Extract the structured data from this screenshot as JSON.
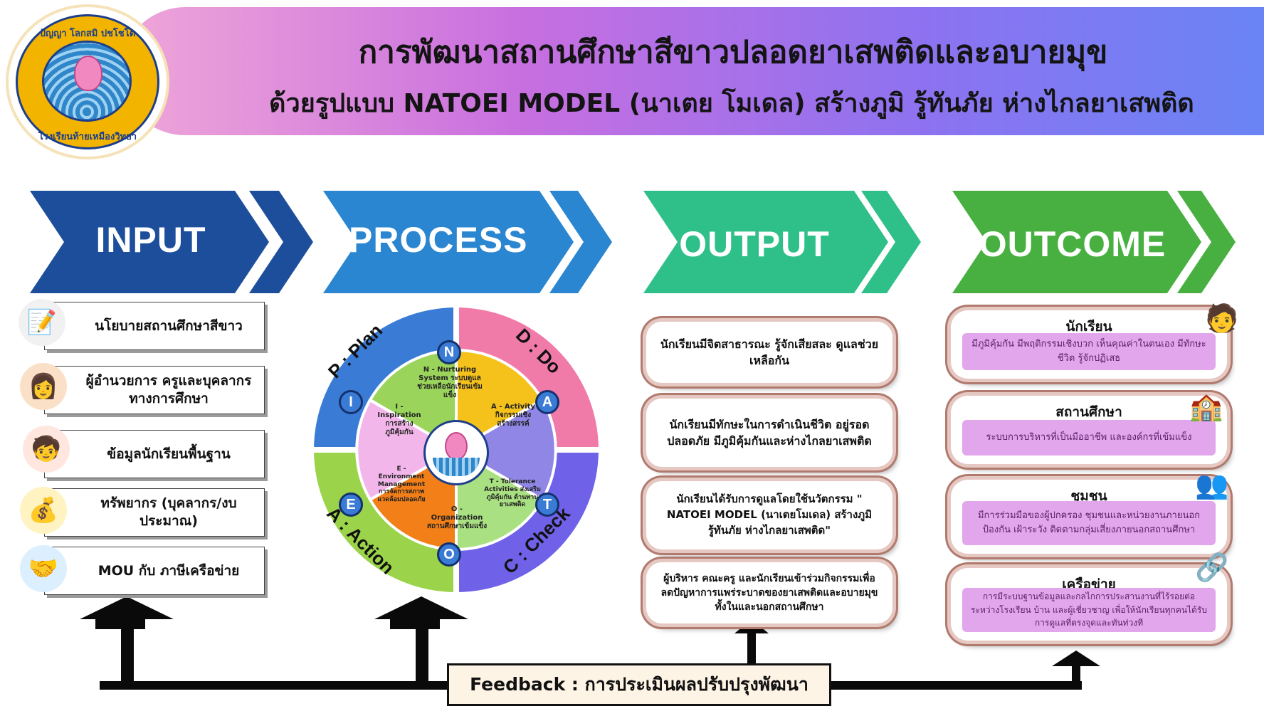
{
  "header": {
    "title": "การพัฒนาสถานศึกษาสีขาวปลอดยาเสพติดและอบายมุข",
    "subtitle": "ด้วยรูปแบบ NATOEI MODEL (นาเตย โมเดล) สร้างภูมิ รู้ทันภัย ห่างไกลยาเสพติด",
    "logo": {
      "text_top": "ปัญญา โลกสมิ ปชโชโต",
      "text_bottom": "โรงเรียนท้ายเหมืองวิทยา"
    },
    "gradient": [
      "#f0a6d8",
      "#c86fe0",
      "#8d72f0",
      "#6a84f5"
    ]
  },
  "stages": [
    {
      "label": "INPUT",
      "color": "#1d4e9c"
    },
    {
      "label": "PROCESS",
      "color": "#2a86d0"
    },
    {
      "label": "OUTPUT",
      "color": "#2fc08a"
    },
    {
      "label": "OUTCOME",
      "color": "#48b040"
    }
  ],
  "inputs": [
    {
      "label": "นโยบายสถานศึกษาสีขาว",
      "icon": "policy-document-icon"
    },
    {
      "label": "ผู้อำนวยการ ครูและบุคลากร ทางการศึกษา",
      "icon": "teacher-icon"
    },
    {
      "label": "ข้อมูลนักเรียนพื้นฐาน",
      "icon": "student-icon"
    },
    {
      "label": "ทรัพยากร (บุคลากร/งบประมาณ)",
      "icon": "coins-icon"
    },
    {
      "label": "MOU กับ ภาษีเครือข่าย",
      "icon": "mou-icon"
    }
  ],
  "process": {
    "phases": [
      {
        "label": "P : Plan",
        "color": "#3a7bd5"
      },
      {
        "label": "D : Do",
        "color": "#f07aa8"
      },
      {
        "label": "C : Check",
        "color": "#6f62e8"
      },
      {
        "label": "A : Action",
        "color": "#9bd44a"
      }
    ],
    "segments": [
      {
        "letter": "N",
        "text": "N - Nurturing System ระบบดูแลช่วยเหลือนักเรียนเข้มแข็ง",
        "color": "#f5c21b"
      },
      {
        "letter": "A",
        "text": "A - Activity กิจกรรมเชิงสร้างสรรค์",
        "color": "#8f86e6"
      },
      {
        "letter": "T",
        "text": "T - Tolerance Activities ส่งเสริมภูมิคุ้มกัน ต้านทานยาเสพติด",
        "color": "#a9e082"
      },
      {
        "letter": "O",
        "text": "O - Organization สถานศึกษาเข้มแข็ง",
        "color": "#f27f18"
      },
      {
        "letter": "E",
        "text": "E - Environment Management การจัดการสภาพแวดล้อมปลอดภัย",
        "color": "#f3b6ea"
      },
      {
        "letter": "I",
        "text": "I - Inspiration การสร้างภูมิคุ้มกัน",
        "color": "#9ad45a"
      }
    ]
  },
  "outputs": [
    "นักเรียนมีจิตสาธารณะ รู้จักเสียสละ ดูแลช่วยเหลือกัน",
    "นักเรียนมีทักษะในการดำเนินชีวิต อยู่รอด ปลอดภัย มีภูมิคุ้มกันและห่างไกลยาเสพติด",
    "นักเรียนได้รับการดูแลโดยใช้นวัตกรรม \" NATOEI MODEL (นาเตยโมเดล) สร้างภูมิ รู้ทันภัย ห่างไกลยาเสพติด\"",
    "ผู้บริหาร คณะครู และนักเรียนเข้าร่วมกิจกรรมเพื่อลดปัญหาการแพร่ระบาดของยาเสพติดและอบายมุข ทั้งในและนอกสถานศึกษา"
  ],
  "outcomes": [
    {
      "title": "นักเรียน",
      "body": "มีภูมิคุ้มกัน มีพฤติกรรมเชิงบวก เห็นคุณค่าในตนเอง มีทักษะชีวิต รู้จักปฏิเสธ",
      "icon": "student-idea-icon"
    },
    {
      "title": "สถานศึกษา",
      "body": "ระบบการบริหารที่เป็นมืออาชีพ และองค์กรที่เข้มแข็ง",
      "icon": "school-building-icon"
    },
    {
      "title": "ชุมชน",
      "body": "มีการร่วมมือของผู้ปกครอง ชุมชนและหน่วยงานภายนอก ป้องกัน เฝ้าระวัง ติดตามกลุ่มเสี่ยงภายนอกสถานศึกษา",
      "icon": "community-people-icon"
    },
    {
      "title": "เครือข่าย",
      "body": "การมีระบบฐานข้อมูลและกลไกการประสานงานที่ไร้รอยต่อระหว่างโรงเรียน บ้าน และผู้เชี่ยวชาญ เพื่อให้นักเรียนทุกคนได้รับการดูแลที่ตรงจุดและทันท่วงที",
      "icon": "network-people-icon"
    }
  ],
  "feedback": {
    "label": "Feedback : การประเมินผลปรับปรุงพัฒนา"
  }
}
